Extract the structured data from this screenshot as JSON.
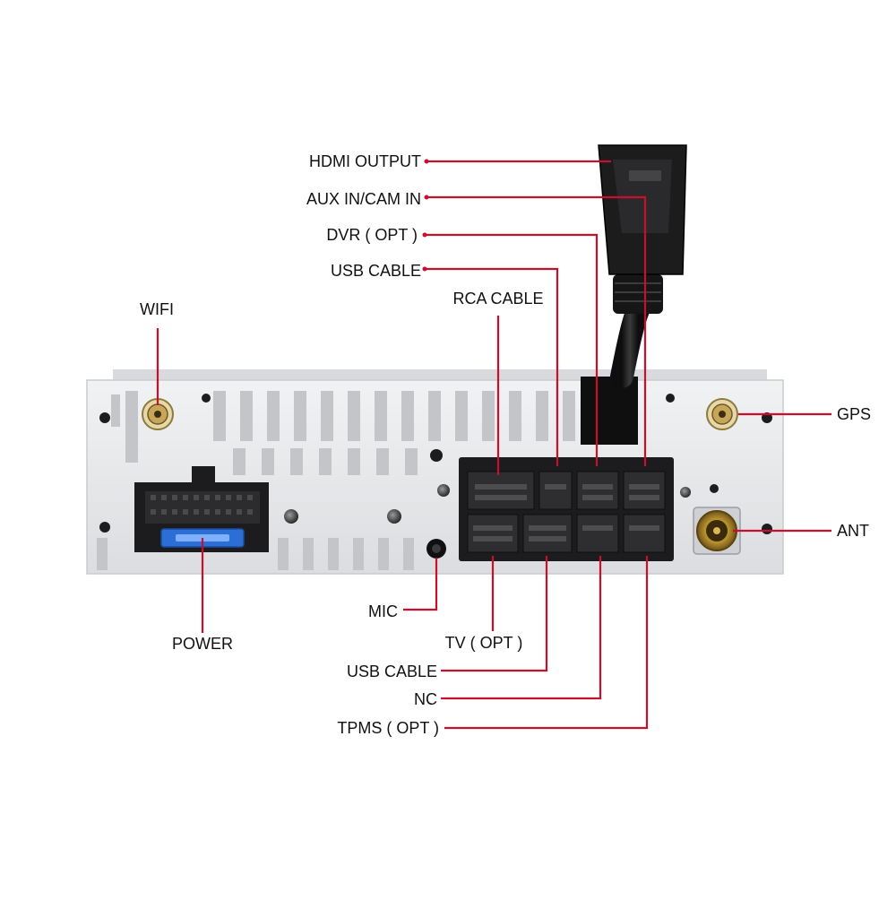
{
  "colors": {
    "leader_line": "#c8102e",
    "panel": "#e6e7e9",
    "panel_edge": "#c9cbce",
    "connector": "#1c1c1e",
    "fuse": "#2b6fd6",
    "brass": "#b8912e"
  },
  "labels": {
    "hdmi_output": "HDMI OUTPUT",
    "aux_in_cam_in": "AUX  IN/CAM  IN",
    "dvr_opt": "DVR ( OPT )",
    "usb_cable_top": "USB  CABLE",
    "rca_cable": "RCA CABLE",
    "wifi": "WIFI",
    "gps": "GPS",
    "ant": "ANT",
    "power": "POWER",
    "mic": "MIC",
    "tv_opt": "TV ( OPT )",
    "usb_cable_bottom": "USB  CABLE",
    "nc": "NC",
    "tpms_opt": "TPMS ( OPT )"
  },
  "device": {
    "icons": [
      "wifi-antenna-connector-icon",
      "gps-antenna-connector-icon",
      "radio-antenna-socket-icon",
      "hdmi-connector-icon",
      "power-harness-connector-icon",
      "fuse-icon",
      "mic-jack-icon"
    ]
  }
}
